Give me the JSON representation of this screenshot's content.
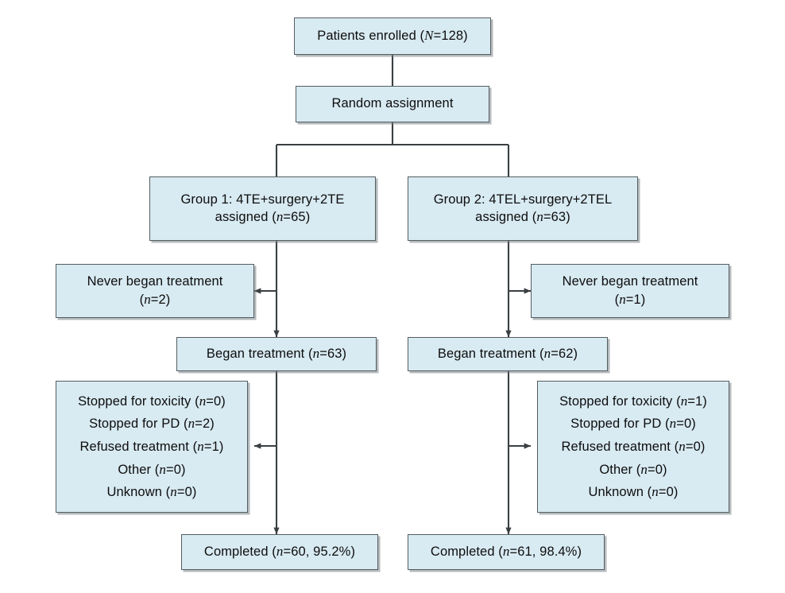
{
  "diagram": {
    "title": "CONSORT participant flow diagram",
    "colors": {
      "box_fill": "#d8eaf2",
      "box_border": "#555d61",
      "connector": "#3a3f42",
      "background": "#ffffff",
      "text": "#0d0d0d"
    },
    "nodes": {
      "enrolled": {
        "line1": "Patients enrolled (N=128)"
      },
      "randomization": {
        "line1": "Random assignment"
      },
      "group1_assigned": {
        "line1": "Group 1: 4TE+surgery+2TE",
        "line2": "assigned (n=65)"
      },
      "group2_assigned": {
        "line1": "Group 2: 4TEL+surgery+2TEL",
        "line2": "assigned (n=63)"
      },
      "group1_never_began": {
        "line1": "Never began treatment",
        "line2": "(n=2)"
      },
      "group2_never_began": {
        "line1": "Never began treatment",
        "line2": "(n=1)"
      },
      "group1_began": {
        "line1": "Began treatment (n=63)"
      },
      "group2_began": {
        "line1": "Began treatment (n=62)"
      },
      "group1_discontinued": {
        "line1": "Stopped for toxicity (n=0)",
        "line2": "Stopped for PD (n=2)",
        "line3": "Refused treatment (n=1)",
        "line4": "Other (n=0)",
        "line5": "Unknown (n=0)"
      },
      "group2_discontinued": {
        "line1": "Stopped for toxicity (n=1)",
        "line2": "Stopped for PD (n=0)",
        "line3": "Refused treatment (n=0)",
        "line4": "Other (n=0)",
        "line5": "Unknown (n=0)"
      },
      "group1_completed": {
        "line1": "Completed (n=60, 95.2%)"
      },
      "group2_completed": {
        "line1": "Completed (n=61, 98.4%)"
      }
    },
    "chart_data": {
      "type": "diagram",
      "title": "Patient flow through randomized trial",
      "total_enrolled": 128,
      "arms": [
        {
          "name": "Group 1: 4TE+surgery+2TE",
          "assigned": 65,
          "never_began_treatment": 2,
          "began_treatment": 63,
          "discontinuation_reasons": {
            "stopped_for_toxicity": 0,
            "stopped_for_pd": 2,
            "refused_treatment": 1,
            "other": 0,
            "unknown": 0
          },
          "completed_n": 60,
          "completed_percent": 95.2
        },
        {
          "name": "Group 2: 4TEL+surgery+2TEL",
          "assigned": 63,
          "never_began_treatment": 1,
          "began_treatment": 62,
          "discontinuation_reasons": {
            "stopped_for_toxicity": 1,
            "stopped_for_pd": 0,
            "refused_treatment": 0,
            "other": 0,
            "unknown": 0
          },
          "completed_n": 61,
          "completed_percent": 98.4
        }
      ]
    }
  }
}
